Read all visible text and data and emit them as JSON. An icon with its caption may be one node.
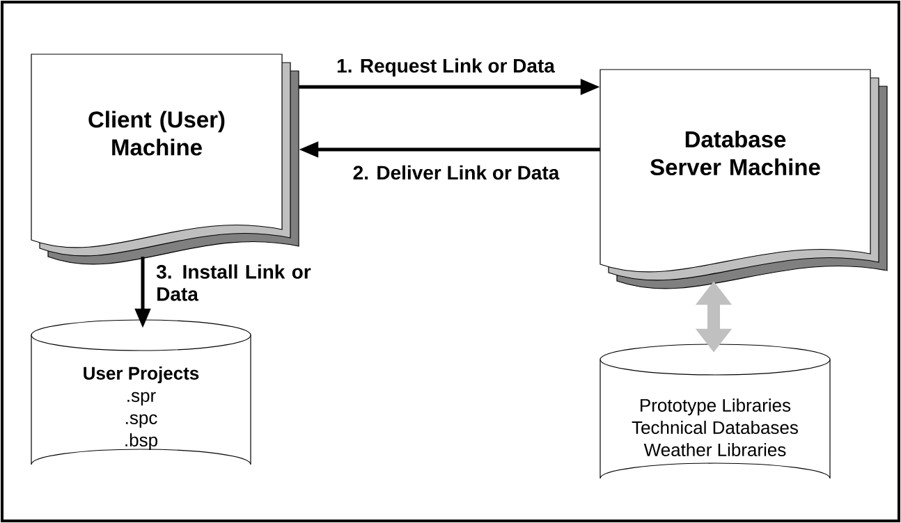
{
  "diagram": {
    "nodes": [
      {
        "text": [
          "Client (User) Machine"
        ]
      },
      {
        "text": [
          "Database Server Machine"
        ]
      },
      {
        "text": [
          "User Projects",
          ".spr",
          ".spc",
          ".bsp"
        ]
      },
      {
        "text": [
          "Prototype Libraries",
          "Technical Databases",
          "Weather Libraries"
        ]
      }
    ],
    "edges": [
      {
        "from": 0,
        "to": 1,
        "arrow": "to",
        "label": "1. Request Link or Data"
      },
      {
        "from": 1,
        "to": 0,
        "arrow": "to",
        "label": "2. Deliver  Link or Data"
      },
      {
        "from": 0,
        "to": 2,
        "arrow": "to",
        "label": "3. Install Link or Data"
      },
      {
        "from": 1,
        "to": 3,
        "arrow": "both",
        "style": "thick",
        "color": "#c0c0c0"
      }
    ]
  }
}
